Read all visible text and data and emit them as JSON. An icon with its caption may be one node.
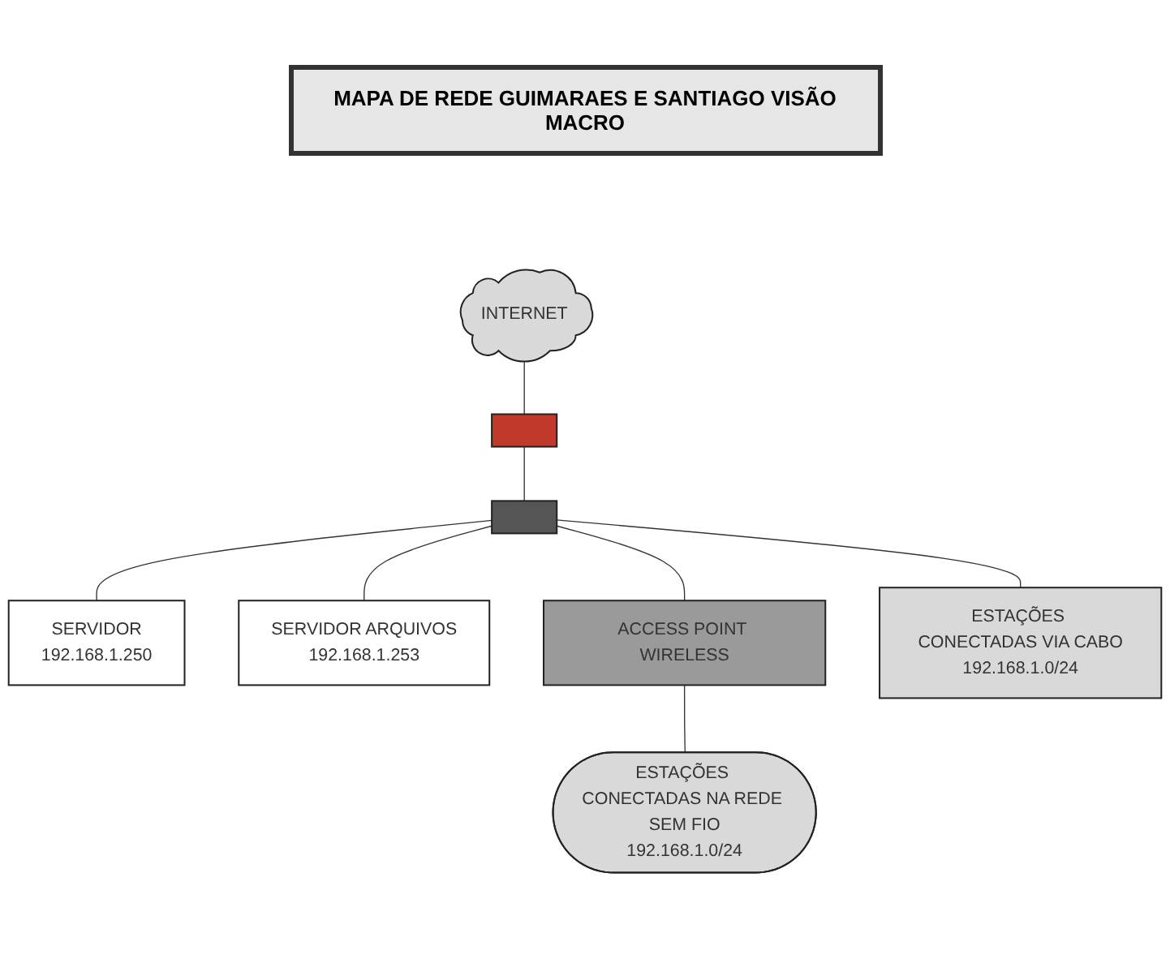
{
  "diagram": {
    "title": "MAPA DE REDE GUIMARAES E SANTIAGO VISÃO MACRO",
    "nodes": [
      {
        "text": [
          "INTERNET"
        ]
      },
      {
        "text": [],
        "shape": "box"
      },
      {
        "text": [],
        "shape": "box"
      },
      {
        "text": [
          "SERVIDOR",
          "192.168.1.250"
        ]
      },
      {
        "text": [
          "SERVIDOR ARQUIVOS",
          "192.168.1.253"
        ]
      },
      {
        "text": [
          "ACCESS POINT WIRELESS"
        ]
      },
      {
        "text": [
          "ESTAÇÕES CONECTADAS NA REDE SEM FIO",
          "192.168.1.0/24"
        ]
      },
      {
        "text": [
          "ESTAÇÕES CONECTADAS VIA CABO",
          "192.168.1.0/24"
        ]
      }
    ],
    "edges": [
      {
        "from": 0,
        "to": 1,
        "arrow": "none"
      },
      {
        "from": 1,
        "to": 2,
        "arrow": "none"
      },
      {
        "from": 2,
        "to": 3,
        "arrow": "none"
      },
      {
        "from": 2,
        "to": 4,
        "arrow": "none"
      },
      {
        "from": 2,
        "to": 7,
        "arrow": "none"
      },
      {
        "from": 2,
        "to": 5,
        "arrow": "none"
      },
      {
        "from": 5,
        "to": 6,
        "arrow": "none"
      }
    ]
  }
}
